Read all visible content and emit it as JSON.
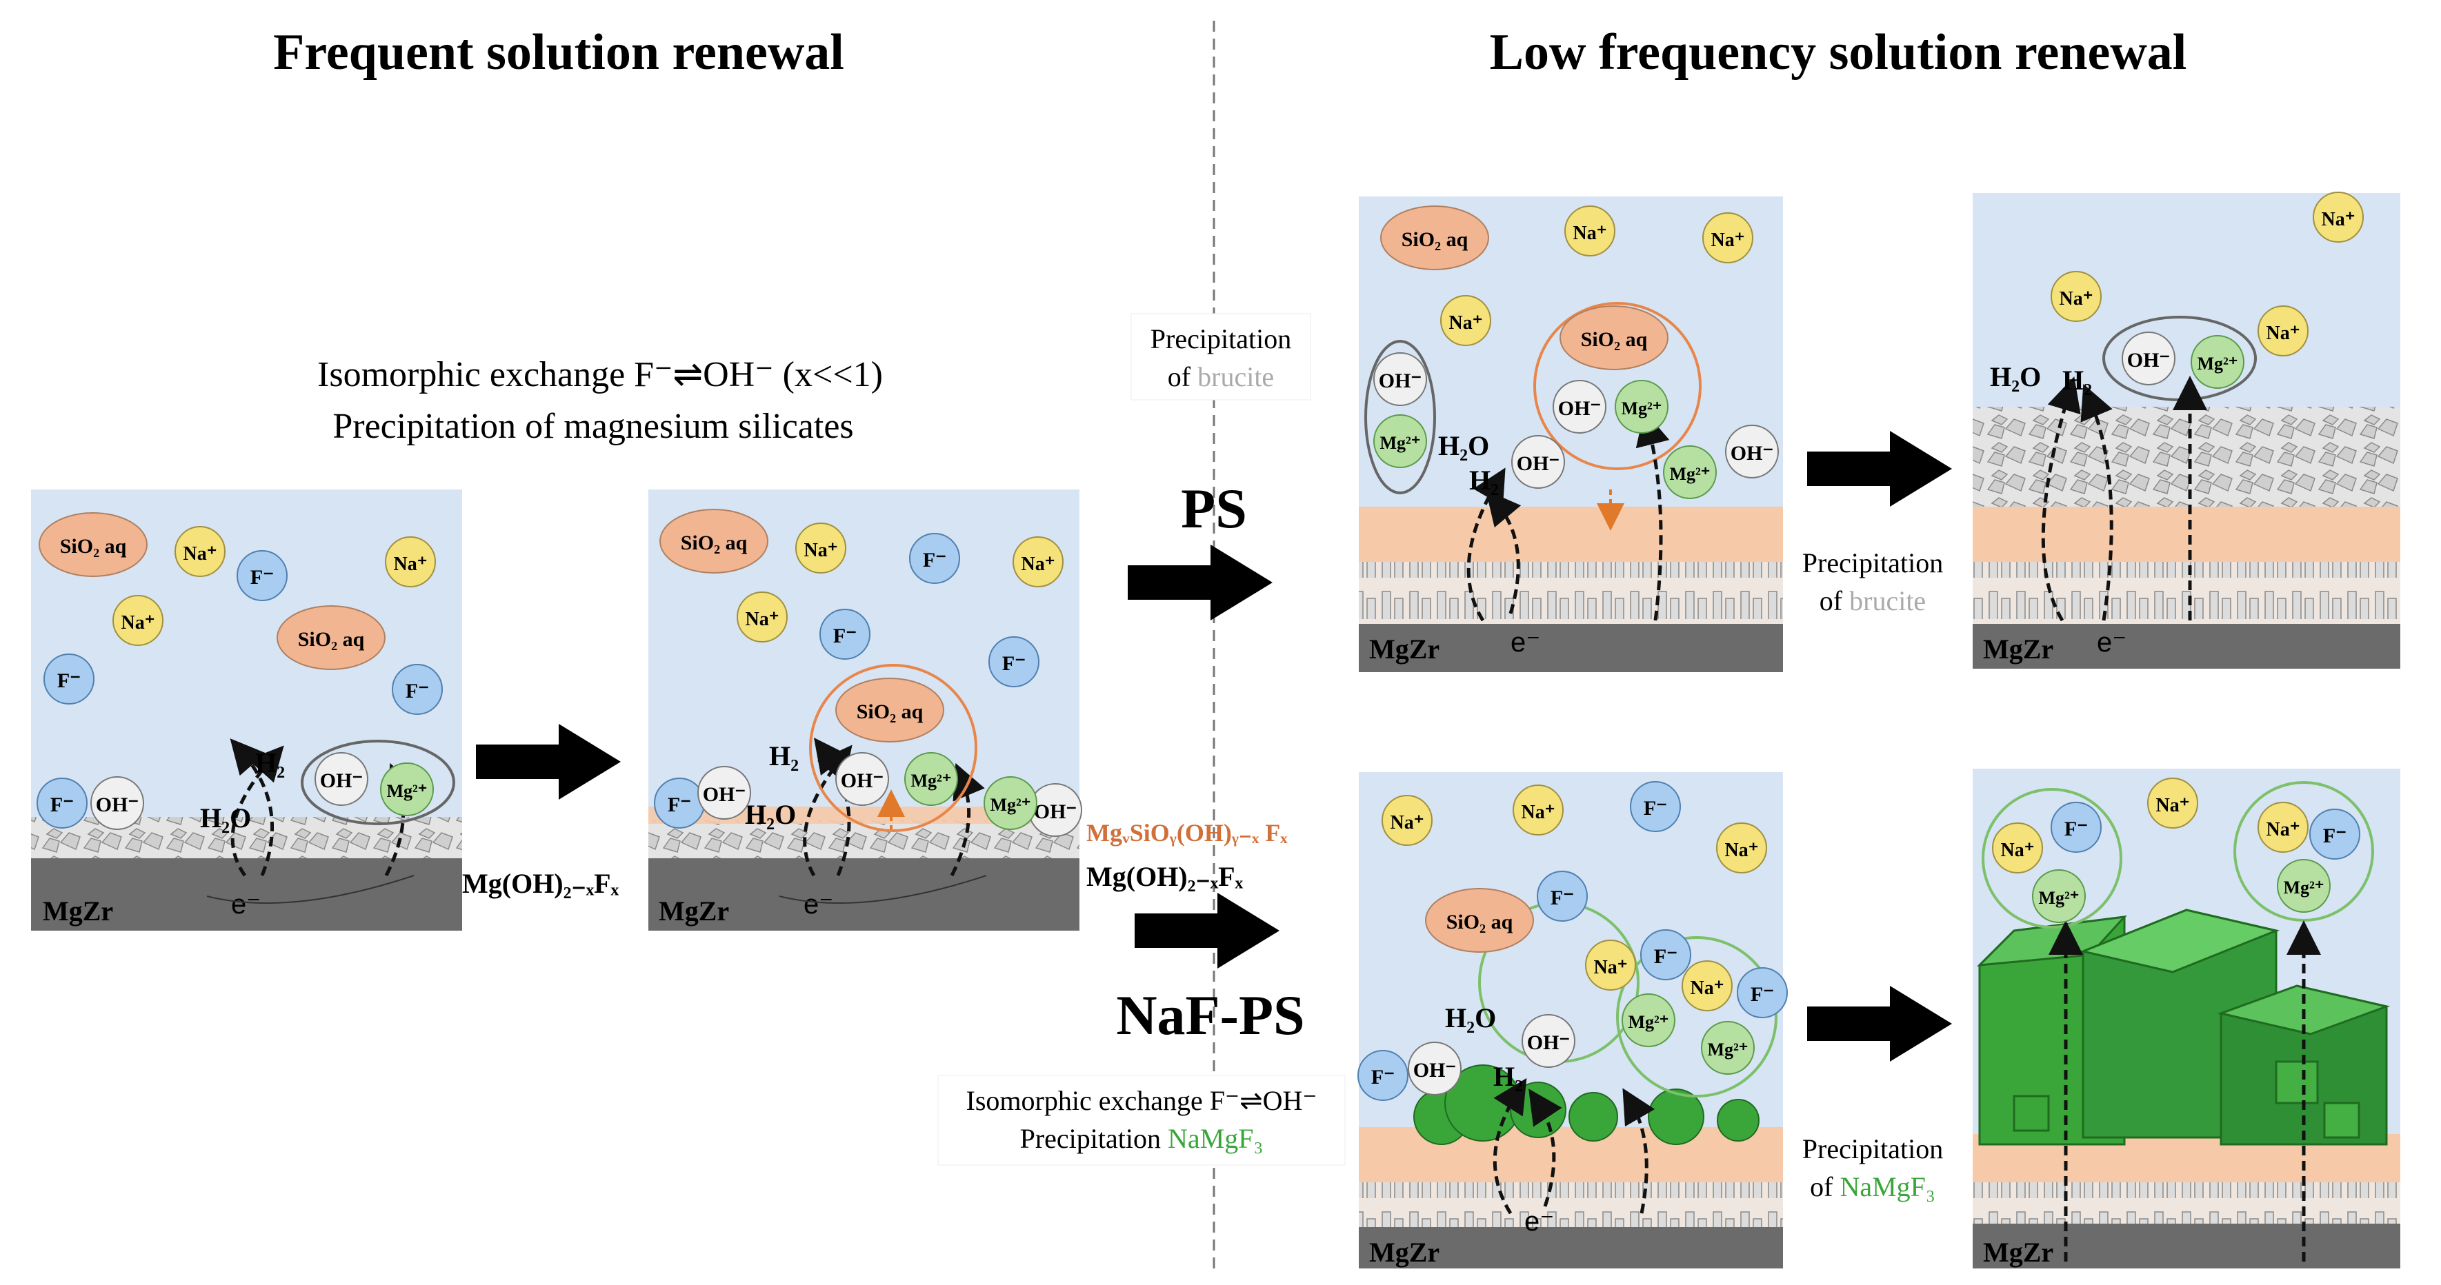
{
  "titles": {
    "left": "Frequent solution renewal",
    "right": "Low frequency solution renewal"
  },
  "notes": {
    "iso_line1": "Isomorphic exchange F⁻⇌OH⁻ (x<<1)",
    "iso_line2": "Precipitation of magnesium silicates",
    "brucite_a_1": "Precipitation",
    "brucite_a_2_pre": "of ",
    "brucite_a_2_hl": "brucite",
    "brucite_b_1": "Precipitation",
    "brucite_b_2_pre": "of ",
    "brucite_b_2_hl": "brucite",
    "namgf3_1": "Precipitation",
    "namgf3_2_pre": "of ",
    "namgf3_2_hl": "NaMgF₃",
    "naf_iso_1": "Isomorphic exchange F⁻⇌OH⁻",
    "naf_iso_2_pre": "Precipitation ",
    "naf_iso_2_hl": "NaMgF₃"
  },
  "labels": {
    "ps": "PS",
    "nafps": "NaF-PS",
    "substrate": "MgZr",
    "electron": "e⁻",
    "layer_mgoh": "Mg(OH)₂₋ₓFₓ",
    "layer_silicate": "MgᵥSiOᵧ(OH)ᵧ₋ₓ Fₓ",
    "layer_mgoh_2": "Mg(OH)₂₋ₓFₓ",
    "h2": "H₂",
    "h2o": "H₂O"
  },
  "ions": {
    "sio2": "SiO₂ aq",
    "na": "Na⁺",
    "f": "F⁻",
    "oh": "OH⁻",
    "mg": "Mg²⁺"
  },
  "colors": {
    "solution": "#d6e4f4",
    "substrate": "#6b6b6b",
    "silicate_layer": "#f6c9a8",
    "sio2_fill": "#f2b592",
    "na_fill": "#f5e27a",
    "f_fill": "#a8cdf0",
    "oh_fill": "#f0f0f0",
    "mg_fill": "#b6e0a2",
    "namgf3": "#3aa63a",
    "brucite_text": "#aaaaaa",
    "silicate_text": "#d0703a",
    "namgf3_text": "#3aa63a"
  }
}
